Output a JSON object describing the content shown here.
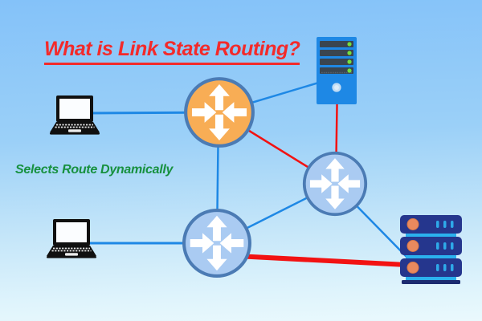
{
  "title": {
    "text": "What is Link State Routing?",
    "color": "#F32A2A"
  },
  "caption": {
    "text": "Selects Route Dynamically",
    "color": "#17913F"
  },
  "palette": {
    "background_top": "#84C2F9",
    "background_bottom": "#EAF9FD",
    "link_blue": "#1E88E5",
    "link_red": "#F21212",
    "router_orange_fill": "#F8AD55",
    "router_blue_fill": "#AACBF2",
    "router_border": "#4B7BB4",
    "server_body": "#1E88E5",
    "server_slot": "#3A454F",
    "server_led": "#74DF3D",
    "rack_body": "#25368D",
    "rack_strip": "#2BB1EE",
    "rack_knob": "#E98A5E",
    "laptop_color": "#101010"
  },
  "nodes": [
    {
      "id": "laptop-1",
      "type": "laptop",
      "description": "client laptop top left"
    },
    {
      "id": "router-orange",
      "type": "router",
      "description": "link state router (orange, top center)"
    },
    {
      "id": "server-tower",
      "type": "server",
      "description": "server tower top right"
    },
    {
      "id": "router-right",
      "type": "router",
      "description": "link state router (blue, middle right)"
    },
    {
      "id": "router-bottom",
      "type": "router",
      "description": "link state router (blue, bottom center)"
    },
    {
      "id": "laptop-2",
      "type": "laptop",
      "description": "client laptop bottom left"
    },
    {
      "id": "server-rack",
      "type": "rack",
      "description": "server rack bottom right"
    }
  ],
  "links": [
    {
      "from": "laptop-1",
      "to": "router-orange",
      "style": "blue"
    },
    {
      "from": "router-orange",
      "to": "server-tower",
      "style": "blue"
    },
    {
      "from": "server-tower",
      "to": "router-right",
      "style": "red"
    },
    {
      "from": "router-orange",
      "to": "router-right",
      "style": "red"
    },
    {
      "from": "router-orange",
      "to": "router-bottom",
      "style": "blue"
    },
    {
      "from": "router-right",
      "to": "router-bottom",
      "style": "blue"
    },
    {
      "from": "router-right",
      "to": "server-rack",
      "style": "blue"
    },
    {
      "from": "router-bottom",
      "to": "server-rack",
      "style": "red-thick"
    },
    {
      "from": "laptop-2",
      "to": "router-bottom",
      "style": "blue"
    }
  ]
}
